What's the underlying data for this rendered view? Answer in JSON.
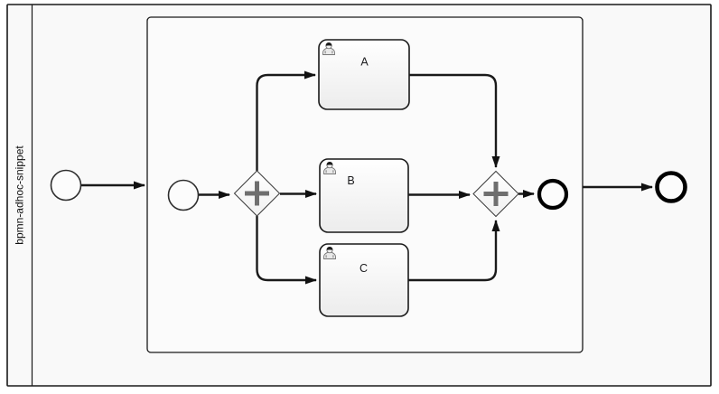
{
  "diagram": {
    "type": "bpmn",
    "pool": {
      "label": "bpmn-adhoc-snippet"
    },
    "subprocess": {
      "kind": "expanded-subprocess"
    },
    "events": {
      "outer_start": "start-event",
      "inner_start": "start-event",
      "inner_end": "end-event",
      "outer_end": "end-event"
    },
    "gateways": [
      {
        "kind": "parallel-gateway-split",
        "icon": "plus-icon"
      },
      {
        "kind": "parallel-gateway-join",
        "icon": "plus-icon"
      }
    ],
    "tasks": [
      {
        "label": "A",
        "type": "user-task",
        "icon": "user-icon"
      },
      {
        "label": "B",
        "type": "user-task",
        "icon": "user-icon"
      },
      {
        "label": "C",
        "type": "user-task",
        "icon": "user-icon"
      }
    ],
    "colors": {
      "background": "#ffffff",
      "pool_fill": "#f9f9f9",
      "subprocess_fill": "#fbfbfb",
      "task_fill_top": "#ffffff",
      "task_fill_bottom": "#ececec",
      "node_stroke": "#1a1a1a",
      "flow_stroke": "#1a1a1a",
      "gateway_plus": "#6e6e6e"
    }
  }
}
